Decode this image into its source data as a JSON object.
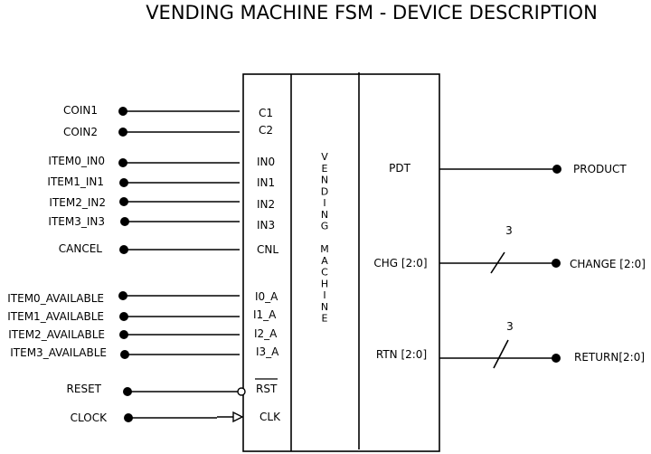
{
  "title": "VENDING MACHINE FSM - DEVICE DESCRIPTION",
  "core_label": "VENDING MACHINE",
  "inputs": [
    {
      "signal": "COIN1",
      "pin": "C1"
    },
    {
      "signal": "COIN2",
      "pin": "C2"
    },
    {
      "signal": "ITEM0_IN0",
      "pin": "IN0"
    },
    {
      "signal": "ITEM1_IN1",
      "pin": "IN1"
    },
    {
      "signal": "ITEM2_IN2",
      "pin": "IN2"
    },
    {
      "signal": "ITEM3_IN3",
      "pin": "IN3"
    },
    {
      "signal": "CANCEL",
      "pin": "CNL"
    },
    {
      "signal": "ITEM0_AVAILABLE",
      "pin": "I0_A"
    },
    {
      "signal": "ITEM1_AVAILABLE",
      "pin": "I1_A"
    },
    {
      "signal": "ITEM2_AVAILABLE",
      "pin": "I2_A"
    },
    {
      "signal": "ITEM3_AVAILABLE",
      "pin": "I3_A"
    },
    {
      "signal": "RESET",
      "pin": "RST"
    },
    {
      "signal": "CLOCK",
      "pin": "CLK"
    }
  ],
  "outputs": [
    {
      "pin": "PDT",
      "signal": "PRODUCT",
      "width": ""
    },
    {
      "pin": "CHG [2:0]",
      "signal": "CHANGE [2:0]",
      "width": "3"
    },
    {
      "pin": "RTN [2:0]",
      "signal": "RETURN[2:0]",
      "width": "3"
    }
  ]
}
